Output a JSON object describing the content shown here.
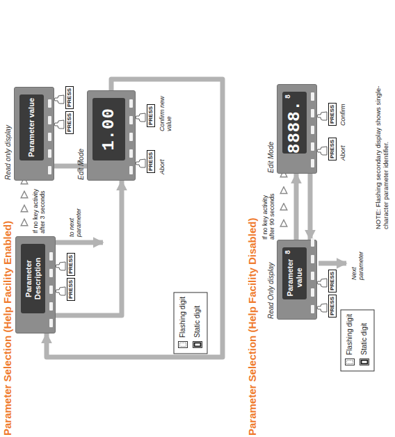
{
  "diagram": {
    "title": "Parameter Selection (Help Facility Enabled)",
    "nodes": [
      {
        "text": [
          "Parameter Description"
        ]
      },
      {
        "text": [
          "Read only display",
          "Parameter value"
        ]
      },
      {
        "text": [
          "Edit Mode",
          "1.00"
        ]
      },
      {
        "text": [
          "Read Only display",
          "Parameter value",
          "8"
        ]
      },
      {
        "text": [
          "Edit Mode",
          "8888.",
          "8"
        ]
      }
    ],
    "edges": [
      {
        "from": 0,
        "to": 1,
        "arrow": "to",
        "label": "If no key activity after 3 seconds"
      },
      {
        "from": 0,
        "to": 2,
        "arrow": "to"
      },
      {
        "from": 1,
        "to": 2,
        "arrow": "to"
      },
      {
        "from": 2,
        "to": 0,
        "arrow": "to"
      },
      {
        "from": 3,
        "to": 4,
        "arrow": "to",
        "label": "If no key activity after 90 seconds"
      },
      {
        "from": 3,
        "to": 4,
        "arrow": "to"
      },
      {
        "from": 4,
        "to": 3,
        "arrow": "to"
      }
    ],
    "labels": [
      "PRESS",
      "PRESS",
      "PRESS",
      "PRESS",
      "PRESS",
      "PRESS",
      "to next parameter",
      "Abort",
      "Confirm new value",
      "Parameter Selection (Help Facility Disabled)",
      "PRESS",
      "PRESS",
      "PRESS",
      "PRESS",
      "Next parameter",
      "Abort",
      "Confirm",
      "NOTE: Flashing secondary display shows single-character parameter identifier."
    ],
    "legend": [
      {
        "text": "Flashing digit"
      },
      {
        "text": "Static digit"
      },
      {
        "text": "Flashing digit"
      },
      {
        "text": "Static digit"
      }
    ]
  }
}
